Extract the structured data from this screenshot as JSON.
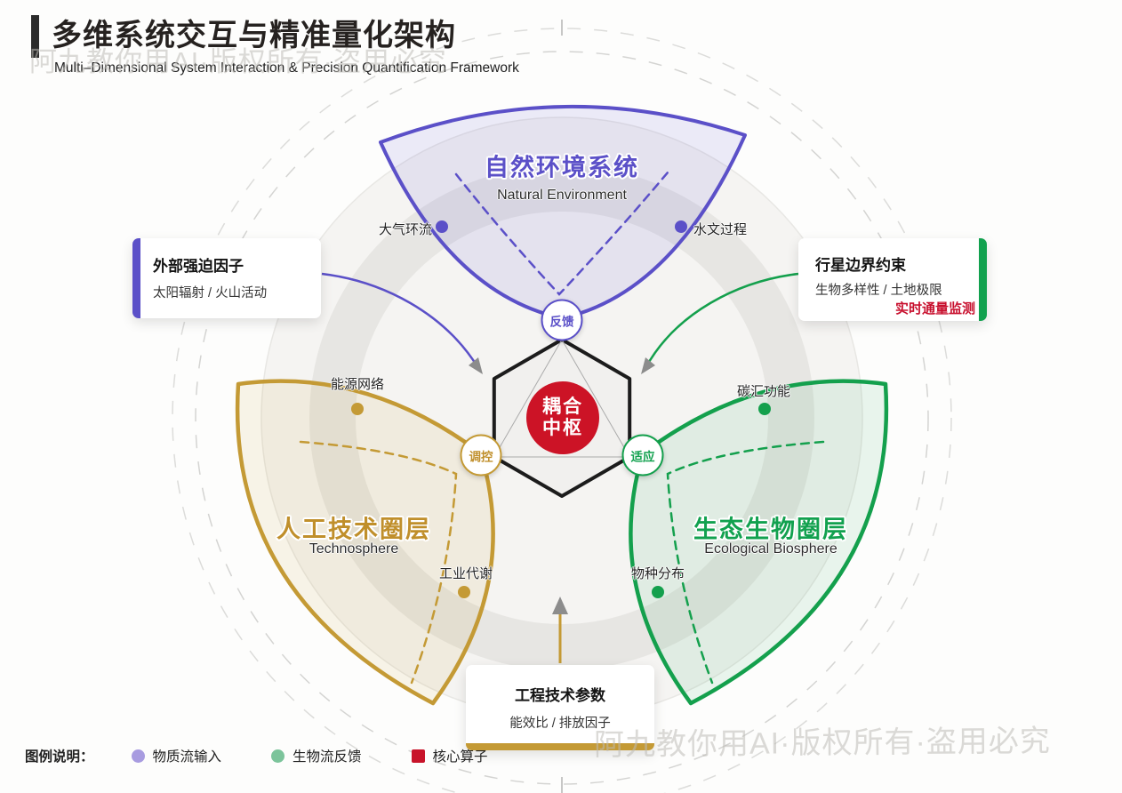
{
  "header": {
    "title": "多维系统交互与精准量化架构",
    "subtitle": "Multi–Dimensional System Interaction & Precision Quantification Framework"
  },
  "watermark": {
    "text": "阿九教你用AI·版权所有·盗用必究"
  },
  "hub": {
    "line1": "耦合",
    "line2": "中枢"
  },
  "nodes": {
    "feedback": "反馈",
    "regulate": "调控",
    "adapt": "适应"
  },
  "petals": {
    "natural": {
      "title": "自然环境系统",
      "subtitle": "Natural Environment",
      "point_left": "大气环流",
      "point_right": "水文过程",
      "color": "#5b50c8"
    },
    "techno": {
      "title": "人工技术圈层",
      "subtitle": "Technosphere",
      "point_top": "能源网络",
      "point_bottom": "工业代谢",
      "color": "#c49a35"
    },
    "eco": {
      "title": "生态生物圈层",
      "subtitle": "Ecological Biosphere",
      "point_top": "碳汇功能",
      "point_bottom": "物种分布",
      "color": "#14a04d"
    }
  },
  "callouts": {
    "left": {
      "title": "外部强迫因子",
      "subtitle": "太阳辐射 / 火山活动",
      "accent": "#5b50c8"
    },
    "right": {
      "title": "行星边界约束",
      "subtitle": "生物多样性 / 土地极限",
      "badge": "实时通量监测",
      "accent": "#12a14f",
      "badge_color": "#c8102e"
    },
    "bottom": {
      "title": "工程技术参数",
      "subtitle": "能效比 / 排放因子",
      "accent": "#c49a35"
    }
  },
  "legend": {
    "label": "图例说明：",
    "items": [
      {
        "name": "物质流输入",
        "color": "#a89ce0",
        "shape": "circle"
      },
      {
        "name": "生物流反馈",
        "color": "#7cc49b",
        "shape": "circle"
      },
      {
        "name": "核心算子",
        "color": "#c8142a",
        "shape": "square"
      }
    ]
  },
  "colors": {
    "purple": "#5b50c8",
    "gold": "#c49a35",
    "green": "#14a04d",
    "red": "#cc1326",
    "arrowhead_gray": "#8c8c8c"
  }
}
